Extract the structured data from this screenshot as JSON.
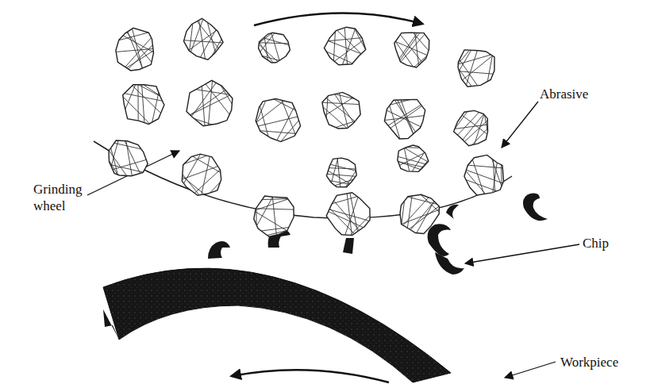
{
  "diagram": {
    "labels": [
      "Abrasive",
      "Grinding wheel",
      "Chip",
      "Workpiece"
    ]
  }
}
